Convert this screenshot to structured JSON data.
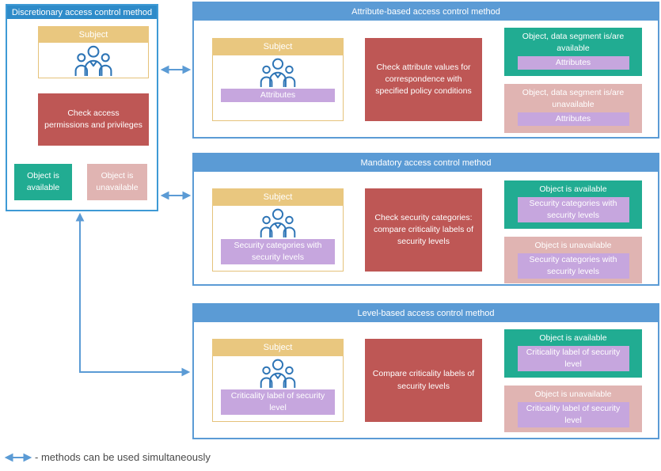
{
  "legend": {
    "label": "- methods can be used simultaneously"
  },
  "colors": {
    "left_header": "#2E8BC9",
    "right_header": "#5B9BD5",
    "panel_border": "#5B9BD5",
    "subject_fill": "#E9C77F",
    "check_fill": "#BE5755",
    "available_fill": "#21AC92",
    "unavailable_fill": "#E0B4B2",
    "tag_fill": "#C6A6DE",
    "flow_arrow": "#808080",
    "link_arrow": "#5B9BD5",
    "people_icon": "#2E75B6"
  },
  "icons": {
    "subject": "people-group-icon",
    "link": "double-arrow-icon"
  },
  "panels": {
    "discretionary": {
      "title": "Discretionary access control method",
      "subject_label": "Subject",
      "check_label": "Check access permissions and privileges",
      "available_label": "Object is available",
      "unavailable_label": "Object is unavailable"
    },
    "attribute": {
      "title": "Attribute-based access control method",
      "subject_label": "Subject",
      "subject_tag": "Attributes",
      "check_label": "Check attribute values for correspondence with specified policy conditions",
      "available_label": "Object, data segment is/are available",
      "available_tag": "Attributes",
      "unavailable_label": "Object, data segment is/are unavailable",
      "unavailable_tag": "Attributes"
    },
    "mandatory": {
      "title": "Mandatory access control method",
      "subject_label": "Subject",
      "subject_tag": "Security categories with security levels",
      "check_label": "Check security categories: compare criticality labels of security levels",
      "available_label": "Object is available",
      "available_tag": "Security categories with security levels",
      "unavailable_label": "Object is unavailable",
      "unavailable_tag": "Security categories with security levels"
    },
    "level": {
      "title": "Level-based access control method",
      "subject_label": "Subject",
      "subject_tag": "Criticality label of security level",
      "check_label": "Compare criticality labels of security levels",
      "available_label": "Object is available",
      "available_tag": "Criticality label of security level",
      "unavailable_label": "Object is unavailable",
      "unavailable_tag": "Criticality label of security level"
    }
  }
}
